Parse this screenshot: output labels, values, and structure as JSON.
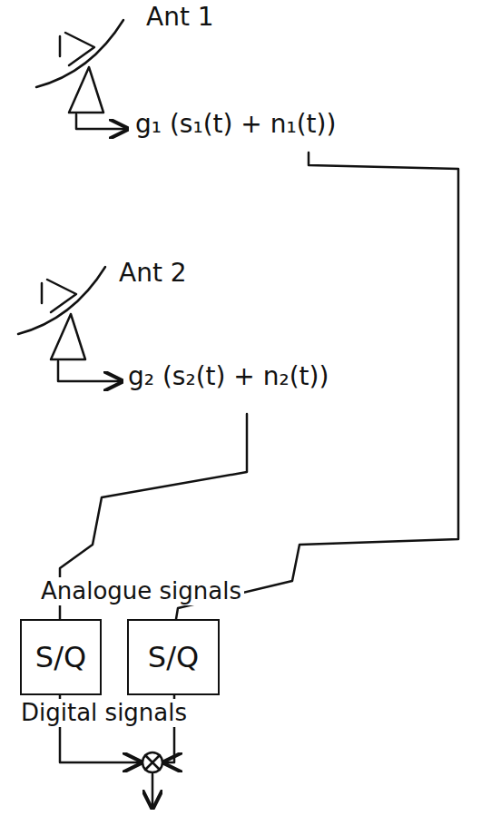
{
  "diagram": {
    "nodes": [
      {
        "text": [
          "S/Q"
        ]
      },
      {
        "text": [
          "S/Q"
        ]
      }
    ],
    "labels": [
      "Ant 1",
      "g₁ (s₁(t) + n₁(t))",
      "Ant 2",
      "g₂ (s₂(t) + n₂(t))",
      "Analogue signals",
      "Digital signals"
    ]
  }
}
